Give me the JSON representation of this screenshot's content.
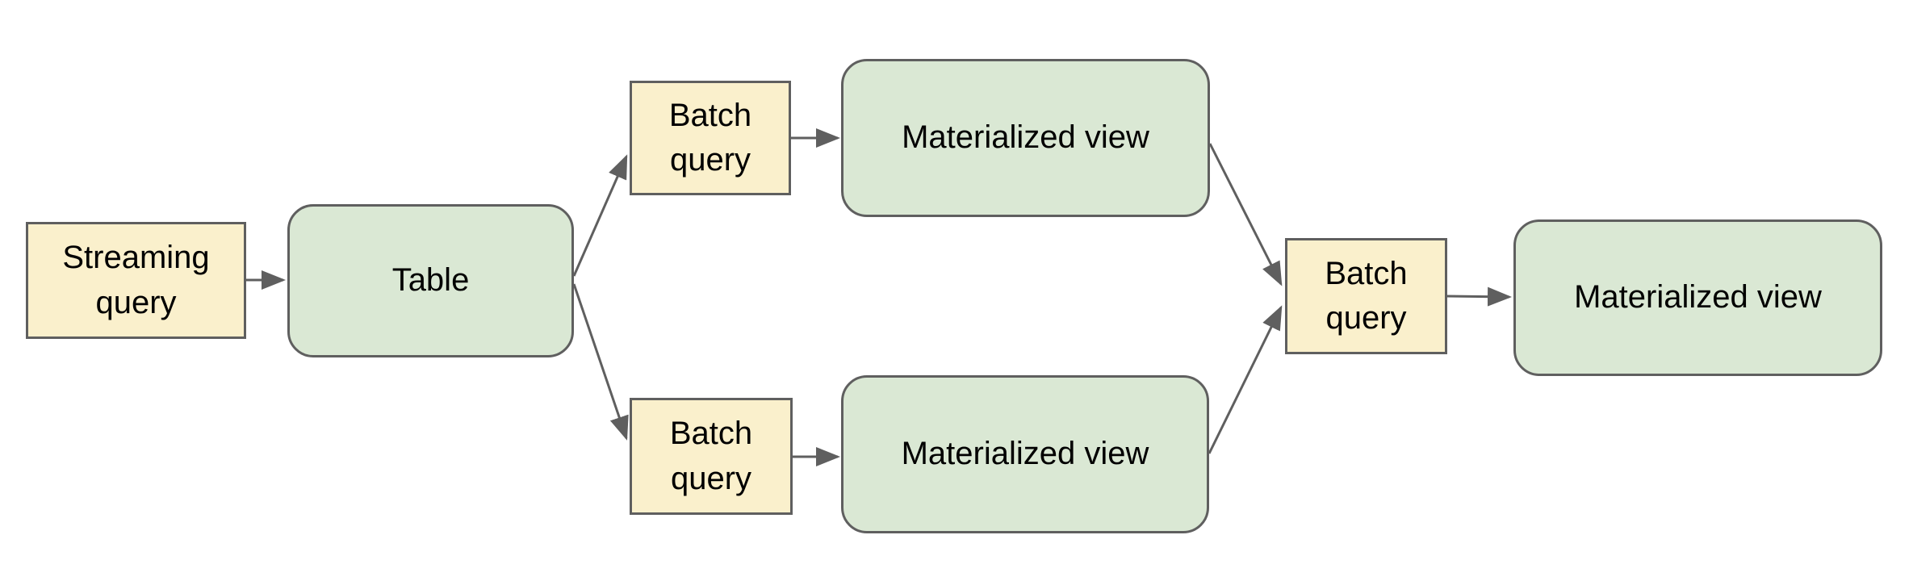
{
  "diagram": {
    "nodes": [
      {
        "id": "streaming-query",
        "label": "Streaming query",
        "type": "query",
        "shape": "rectangle"
      },
      {
        "id": "table",
        "label": "Table",
        "type": "table",
        "shape": "rounded-rectangle"
      },
      {
        "id": "batch-query-top",
        "label": "Batch query",
        "type": "query",
        "shape": "rectangle"
      },
      {
        "id": "materialized-view-top",
        "label": "Materialized view",
        "type": "view",
        "shape": "rounded-rectangle"
      },
      {
        "id": "batch-query-bottom",
        "label": "Batch query",
        "type": "query",
        "shape": "rectangle"
      },
      {
        "id": "materialized-view-bottom",
        "label": "Materialized view",
        "type": "view",
        "shape": "rounded-rectangle"
      },
      {
        "id": "batch-query-right",
        "label": "Batch query",
        "type": "query",
        "shape": "rectangle"
      },
      {
        "id": "materialized-view-final",
        "label": "Materialized view",
        "type": "view",
        "shape": "rounded-rectangle"
      }
    ],
    "edges": [
      {
        "from": "streaming-query",
        "to": "table"
      },
      {
        "from": "table",
        "to": "batch-query-top"
      },
      {
        "from": "table",
        "to": "batch-query-bottom"
      },
      {
        "from": "batch-query-top",
        "to": "materialized-view-top"
      },
      {
        "from": "batch-query-bottom",
        "to": "materialized-view-bottom"
      },
      {
        "from": "materialized-view-top",
        "to": "batch-query-right"
      },
      {
        "from": "materialized-view-bottom",
        "to": "batch-query-right"
      },
      {
        "from": "batch-query-right",
        "to": "materialized-view-final"
      }
    ],
    "colors": {
      "query_fill": "#faf0cc",
      "view_fill": "#dae8d4",
      "border": "#5f5f5f",
      "arrow": "#5f5f5f",
      "text": "#000000",
      "background": "#ffffff"
    }
  }
}
